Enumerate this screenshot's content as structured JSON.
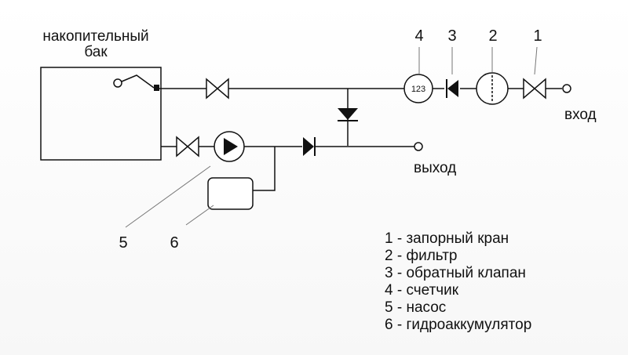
{
  "labels": {
    "tank_line1": "накопительный",
    "tank_line2": "бак",
    "inlet": "вход",
    "outlet": "выход",
    "meter_reading": "123"
  },
  "markers": {
    "n1": "1",
    "n2": "2",
    "n3": "3",
    "n4": "4",
    "n5": "5",
    "n6": "6"
  },
  "legend": [
    "1 - запорный кран",
    "2 - фильтр",
    "3 - обратный клапан",
    "4 - счетчик",
    "5 - насос",
    "6 - гидроаккумулятор"
  ],
  "colors": {
    "line": "#111111",
    "background": "#ffffff"
  }
}
